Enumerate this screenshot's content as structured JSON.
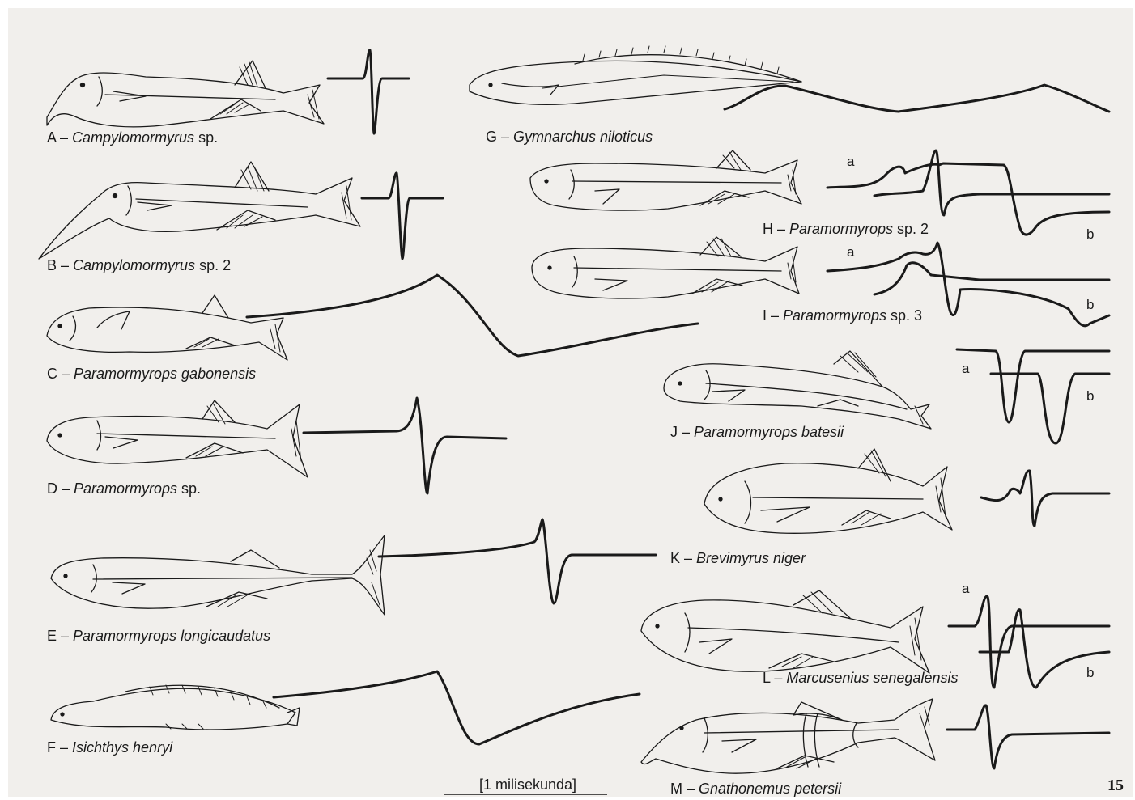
{
  "figure": {
    "captions": [
      {
        "id": "A",
        "prefix": "A – ",
        "species": "Campylomormyrus",
        "suffix": " sp."
      },
      {
        "id": "B",
        "prefix": "B – ",
        "species": "Campylomormyrus",
        "suffix": " sp. 2"
      },
      {
        "id": "C",
        "prefix": "C – ",
        "species": "Paramormyrops gabonensis",
        "suffix": ""
      },
      {
        "id": "D",
        "prefix": "D – ",
        "species": "Paramormyrops",
        "suffix": " sp."
      },
      {
        "id": "E",
        "prefix": "E – ",
        "species": "Paramormyrops longicaudatus",
        "suffix": ""
      },
      {
        "id": "F",
        "prefix": "F – ",
        "species": "Isichthys henryi",
        "suffix": ""
      },
      {
        "id": "G",
        "prefix": "G – ",
        "species": "Gymnarchus niloticus",
        "suffix": ""
      },
      {
        "id": "H",
        "prefix": "H – ",
        "species": "Paramormyrops",
        "suffix": " sp. 2"
      },
      {
        "id": "I",
        "prefix": "I – ",
        "species": "Paramormyrops",
        "suffix": " sp. 3"
      },
      {
        "id": "J",
        "prefix": "J – ",
        "species": "Paramormyrops batesii",
        "suffix": ""
      },
      {
        "id": "K",
        "prefix": "K – ",
        "species": "Brevimyrus niger",
        "suffix": ""
      },
      {
        "id": "L",
        "prefix": "L – ",
        "species": "Marcusenius senegalensis",
        "suffix": ""
      },
      {
        "id": "M",
        "prefix": "M – ",
        "species": "Gnathonemus petersii",
        "suffix": ""
      }
    ],
    "waveform_labels": {
      "a": "a",
      "b": "b"
    },
    "scale_label": "[1 milisekunda]",
    "page_number": "15",
    "ink_color": "#1a1a1a",
    "background_color": "#f1efec"
  }
}
